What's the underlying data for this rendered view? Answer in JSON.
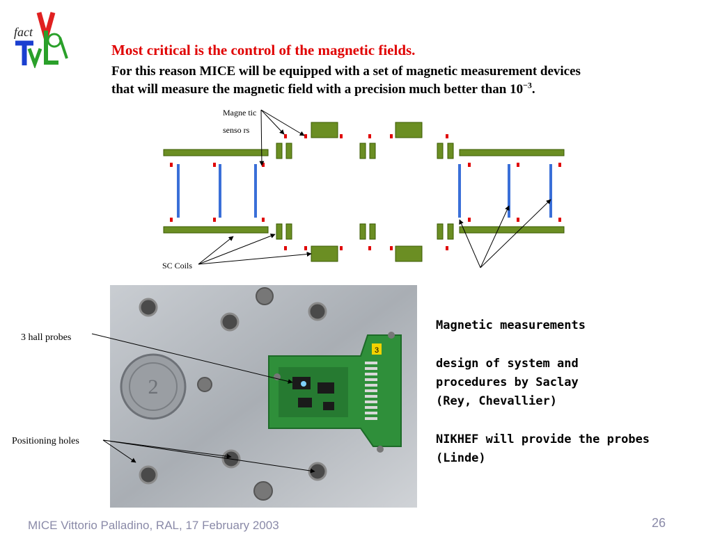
{
  "slide": {
    "title": "Most critical is the control of the magnetic fields.",
    "line1": "For this reason MICE will be equipped with a set of magnetic measurement devices",
    "line2_pre": "that will measure the magnetic field with a precision much better than 10",
    "line2_sup": "−3",
    "line2_post": "."
  },
  "diagram": {
    "label_sensors_1": "Magne tic",
    "label_sensors_2": "senso rs",
    "label_coils": "SC Coils"
  },
  "photo_labels": {
    "hall_probes": "3 hall probes",
    "positioning_holes": "Positioning holes",
    "board_tag": "3"
  },
  "info": {
    "heading": "Magnetic measurements",
    "design_1": "design of system and",
    "design_2": "procedures by Saclay",
    "design_3": "(Rey, Chevallier)",
    "nikhef_1": "NIKHEF will provide the probes",
    "nikhef_2": "(Linde)"
  },
  "footer": {
    "text": "MICE Vittorio Palladino,  RAL, 17 February 2003",
    "page": "26"
  },
  "colors": {
    "title": "#e00000",
    "coil": "#6b8e23",
    "coil_border": "#3a5a00",
    "plate": "#3a6fd8",
    "sensor": "#e00000",
    "footer": "#8a8aa8"
  }
}
